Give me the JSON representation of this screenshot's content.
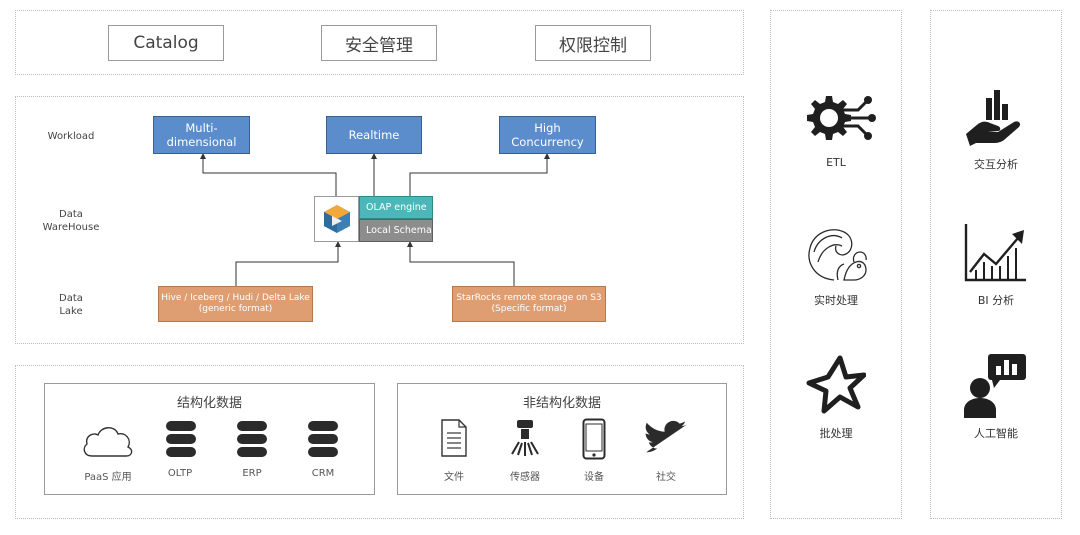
{
  "top_bar": {
    "items": [
      "Catalog",
      "安全管理",
      "权限控制"
    ]
  },
  "architecture": {
    "rows": {
      "workload": "Workload",
      "warehouse": [
        "Data",
        "WareHouse"
      ],
      "lake": [
        "Data",
        "Lake"
      ]
    },
    "workload_boxes": [
      [
        "Multi-",
        "dimensional"
      ],
      [
        "Realtime"
      ],
      [
        "High",
        "Concurrency"
      ]
    ],
    "engine": {
      "olap": "OLAP engine",
      "schema": "Local Schema"
    },
    "lake_boxes": [
      [
        "Hive / Iceberg / Hudi / Delta Lake",
        "(generic format)"
      ],
      [
        "StarRocks remote storage on S3",
        "(Specific format)"
      ]
    ]
  },
  "sources": {
    "structured": {
      "title": "结构化数据",
      "items": [
        {
          "icon": "cloud-icon",
          "label": "PaaS 应用"
        },
        {
          "icon": "database-icon",
          "label": "OLTP"
        },
        {
          "icon": "database-icon",
          "label": "ERP"
        },
        {
          "icon": "database-icon",
          "label": "CRM"
        }
      ]
    },
    "unstructured": {
      "title": "非结构化数据",
      "items": [
        {
          "icon": "document-icon",
          "label": "文件"
        },
        {
          "icon": "sensor-icon",
          "label": "传感器"
        },
        {
          "icon": "phone-icon",
          "label": "设备"
        },
        {
          "icon": "twitter-icon",
          "label": "社交"
        }
      ]
    }
  },
  "right_col1": [
    {
      "icon": "etl-gear-icon",
      "label": "ETL"
    },
    {
      "icon": "flink-squirrel-icon",
      "label": "实时处理"
    },
    {
      "icon": "star-outline-icon",
      "label": "批处理"
    }
  ],
  "right_col2": [
    {
      "icon": "hand-chart-icon",
      "label": "交互分析"
    },
    {
      "icon": "growth-chart-icon",
      "label": "BI 分析"
    },
    {
      "icon": "ai-person-icon",
      "label": "人工智能"
    }
  ]
}
